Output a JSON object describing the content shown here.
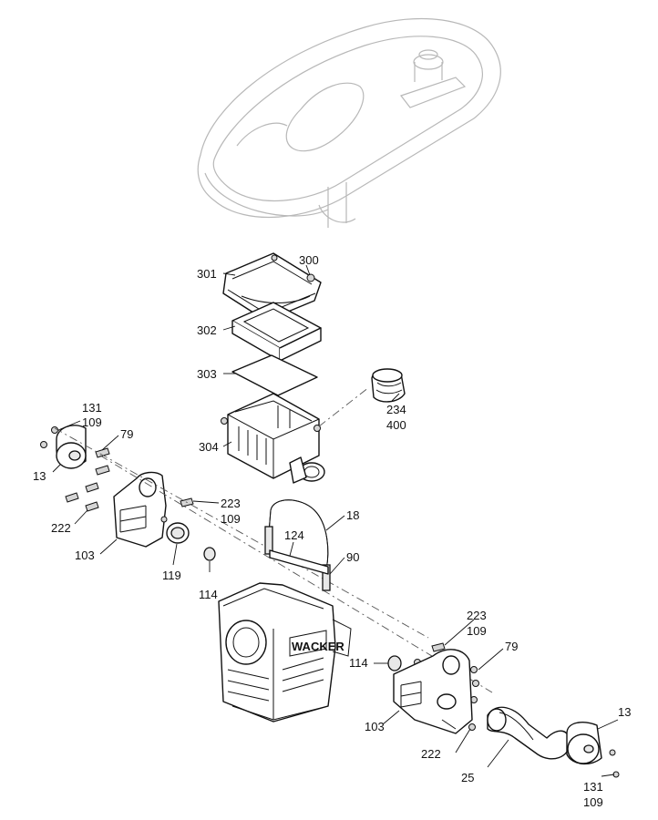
{
  "callouts": {
    "c300": "300",
    "c301": "301",
    "c302": "302",
    "c303": "303",
    "c304": "304",
    "c234": "234",
    "c400": "400",
    "c131a": "131",
    "c109a": "109",
    "c79a": "79",
    "c13a": "13",
    "c222a": "222",
    "c223a": "223",
    "c109b": "109",
    "c103a": "103",
    "c119": "119",
    "c114a": "114",
    "c18": "18",
    "c124": "124",
    "c90": "90",
    "c223b": "223",
    "c109c": "109",
    "c79b": "79",
    "c114b": "114",
    "c103b": "103",
    "c222b": "222",
    "c25": "25",
    "c13b": "13",
    "c131b": "131",
    "c109d": "109"
  },
  "engine": {
    "brand_mark": "WACKER"
  }
}
